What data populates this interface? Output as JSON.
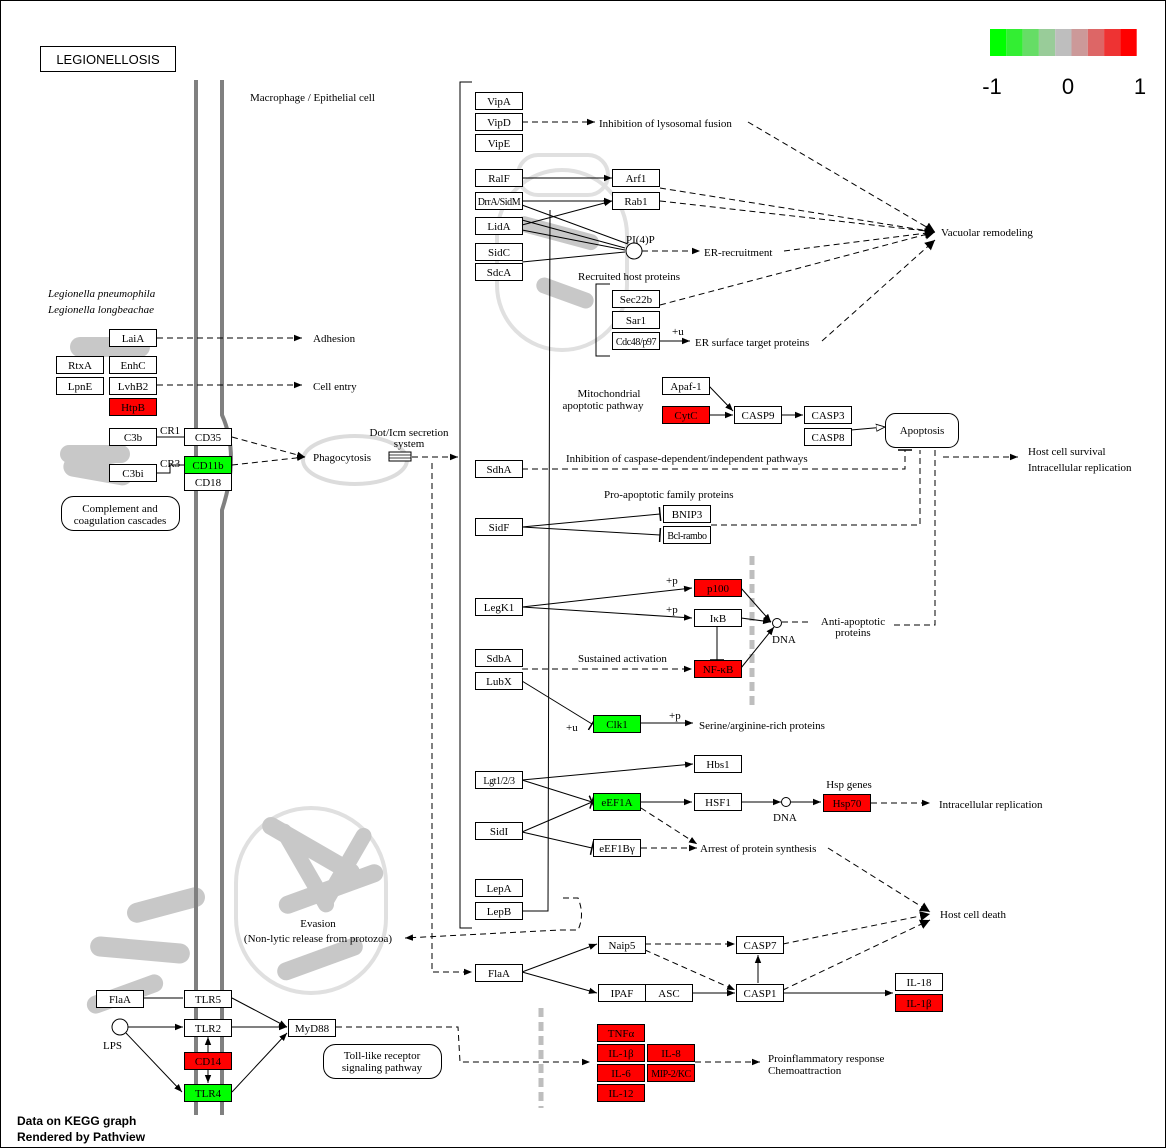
{
  "title": "LEGIONELLOSIS",
  "footer": {
    "line1": "Data on KEGG graph",
    "line2": "Rendered by Pathview"
  },
  "legend": {
    "colors": [
      "#00ff00",
      "#33ee33",
      "#66dd66",
      "#99cc99",
      "#bebebe",
      "#cc9999",
      "#dd6666",
      "#ee3333",
      "#ff0000"
    ],
    "ticks": [
      "-1",
      "0",
      "1"
    ]
  },
  "palette": {
    "up": "#ff0000",
    "down": "#00ff00",
    "none": "#ffffff",
    "shadow": "#c8c8c8"
  },
  "labels": {
    "cell": "Macrophage / Epithelial cell",
    "species1": "Legionella pneumophila",
    "species2": "Legionella longbeachae",
    "adhesion": "Adhesion",
    "cellentry": "Cell entry",
    "phago": "Phagocytosis",
    "dot1": "Dot/Icm secretion",
    "dot2": "system",
    "lysosomal": "Inhibition of lysosomal fusion",
    "vacuolar": "Vacuolar remodeling",
    "pi4p": "PI(4)P",
    "er_recruit": "ER-recruitment",
    "recruited": "Recruited host proteins",
    "er_surface": "ER surface target proteins",
    "plus_u1": "+u",
    "mito1": "Mitochondrial",
    "mito2": "apoptotic pathway",
    "inh_caspase": "Inhibition of caspase-dependent/independent pathways",
    "survival1": "Host cell survival",
    "survival2": "Intracellular replication",
    "proapop": "Pro-apoptotic family proteins",
    "plus_p1": "+p",
    "plus_p2": "+p",
    "dna1": "DNA",
    "antiapop1": "Anti-apoptotic",
    "antiapop2": "proteins",
    "sustained": "Sustained activation",
    "plus_u2": "+u",
    "plus_p3": "+p",
    "serine": "Serine/arginine-rich proteins",
    "hsp_genes": "Hsp genes",
    "dna2": "DNA",
    "intrarep": "Intracellular replication",
    "arrest": "Arrest of protein synthesis",
    "death": "Host cell death",
    "evasion1": "Evasion",
    "evasion2": "(Non-lytic release from protozoa)",
    "cr1": "CR1",
    "cr3": "CR3",
    "lps": "LPS",
    "proinfl1": "Proinflammatory response",
    "proinfl2": "Chemoattraction"
  },
  "maps": {
    "apoptosis": "Apoptosis",
    "complement1": "Complement and",
    "complement2": "coagulation cascades",
    "tlr1": "Toll-like receptor",
    "tlr2": "signaling pathway"
  },
  "genes": [
    {
      "id": "vipa",
      "label": "VipA",
      "state": "none"
    },
    {
      "id": "vipd",
      "label": "VipD",
      "state": "none"
    },
    {
      "id": "vipe",
      "label": "VipE",
      "state": "none"
    },
    {
      "id": "ralf",
      "label": "RalF",
      "state": "none"
    },
    {
      "id": "drrA",
      "label": "DrrA/SidM",
      "state": "none"
    },
    {
      "id": "lida",
      "label": "LidA",
      "state": "none"
    },
    {
      "id": "sidc",
      "label": "SidC",
      "state": "none"
    },
    {
      "id": "sdca",
      "label": "SdcA",
      "state": "none"
    },
    {
      "id": "arf1",
      "label": "Arf1",
      "state": "none"
    },
    {
      "id": "rab1",
      "label": "Rab1",
      "state": "none"
    },
    {
      "id": "sec22b",
      "label": "Sec22b",
      "state": "none"
    },
    {
      "id": "sar1",
      "label": "Sar1",
      "state": "none"
    },
    {
      "id": "cdc48",
      "label": "Cdc48/p97",
      "state": "none"
    },
    {
      "id": "laia",
      "label": "LaiA",
      "state": "none"
    },
    {
      "id": "rtxa",
      "label": "RtxA",
      "state": "none"
    },
    {
      "id": "enhc",
      "label": "EnhC",
      "state": "none"
    },
    {
      "id": "lpne",
      "label": "LpnE",
      "state": "none"
    },
    {
      "id": "lvhb2",
      "label": "LvhB2",
      "state": "none"
    },
    {
      "id": "htpb",
      "label": "HtpB",
      "state": "up"
    },
    {
      "id": "c3b",
      "label": "C3b",
      "state": "none"
    },
    {
      "id": "c3bi",
      "label": "C3bi",
      "state": "none"
    },
    {
      "id": "cd35",
      "label": "CD35",
      "state": "none"
    },
    {
      "id": "cd11b",
      "label": "CD11b",
      "state": "down"
    },
    {
      "id": "cd18",
      "label": "CD18",
      "state": "none"
    },
    {
      "id": "apaf1",
      "label": "Apaf-1",
      "state": "none"
    },
    {
      "id": "cytc",
      "label": "CytC",
      "state": "up"
    },
    {
      "id": "casp9",
      "label": "CASP9",
      "state": "none"
    },
    {
      "id": "casp3",
      "label": "CASP3",
      "state": "none"
    },
    {
      "id": "casp8",
      "label": "CASP8",
      "state": "none"
    },
    {
      "id": "sdha",
      "label": "SdhA",
      "state": "none"
    },
    {
      "id": "sidf",
      "label": "SidF",
      "state": "none"
    },
    {
      "id": "bnip3",
      "label": "BNIP3",
      "state": "none"
    },
    {
      "id": "bclrambo",
      "label": "Bcl-rambo",
      "state": "none"
    },
    {
      "id": "legk1",
      "label": "LegK1",
      "state": "none"
    },
    {
      "id": "p100",
      "label": "p100",
      "state": "up"
    },
    {
      "id": "ikb",
      "label": "IκB",
      "state": "none"
    },
    {
      "id": "nfkb",
      "label": "NF-κB",
      "state": "up"
    },
    {
      "id": "sdba",
      "label": "SdbA",
      "state": "none"
    },
    {
      "id": "lubx",
      "label": "LubX",
      "state": "none"
    },
    {
      "id": "clk1",
      "label": "Clk1",
      "state": "down"
    },
    {
      "id": "lgt",
      "label": "Lgt1/2/3",
      "state": "none"
    },
    {
      "id": "hbs1",
      "label": "Hbs1",
      "state": "none"
    },
    {
      "id": "eef1a",
      "label": "eEF1A",
      "state": "down"
    },
    {
      "id": "hsf1",
      "label": "HSF1",
      "state": "none"
    },
    {
      "id": "hsp70",
      "label": "Hsp70",
      "state": "up"
    },
    {
      "id": "sidi",
      "label": "SidI",
      "state": "none"
    },
    {
      "id": "eef1by",
      "label": "eEF1Bγ",
      "state": "none"
    },
    {
      "id": "lepa",
      "label": "LepA",
      "state": "none"
    },
    {
      "id": "lepb",
      "label": "LepB",
      "state": "none"
    },
    {
      "id": "flaa2",
      "label": "FlaA",
      "state": "none"
    },
    {
      "id": "naip5",
      "label": "Naip5",
      "state": "none"
    },
    {
      "id": "casp7",
      "label": "CASP7",
      "state": "none"
    },
    {
      "id": "ipaf",
      "label": "IPAF",
      "state": "none"
    },
    {
      "id": "asc",
      "label": "ASC",
      "state": "none"
    },
    {
      "id": "casp1",
      "label": "CASP1",
      "state": "none"
    },
    {
      "id": "il18",
      "label": "IL-18",
      "state": "none"
    },
    {
      "id": "il1b2",
      "label": "IL-1β",
      "state": "up"
    },
    {
      "id": "flaa1",
      "label": "FlaA",
      "state": "none"
    },
    {
      "id": "tlr5",
      "label": "TLR5",
      "state": "none"
    },
    {
      "id": "tlr2",
      "label": "TLR2",
      "state": "none"
    },
    {
      "id": "cd14",
      "label": "CD14",
      "state": "up"
    },
    {
      "id": "tlr4",
      "label": "TLR4",
      "state": "down"
    },
    {
      "id": "myd88",
      "label": "MyD88",
      "state": "none"
    },
    {
      "id": "tnfa",
      "label": "TNFα",
      "state": "up"
    },
    {
      "id": "il1b",
      "label": "IL-1β",
      "state": "up"
    },
    {
      "id": "il8",
      "label": "IL-8",
      "state": "up"
    },
    {
      "id": "il6",
      "label": "IL-6",
      "state": "up"
    },
    {
      "id": "mip2",
      "label": "MIP-2/KC",
      "state": "up"
    },
    {
      "id": "il12",
      "label": "IL-12",
      "state": "up"
    }
  ]
}
